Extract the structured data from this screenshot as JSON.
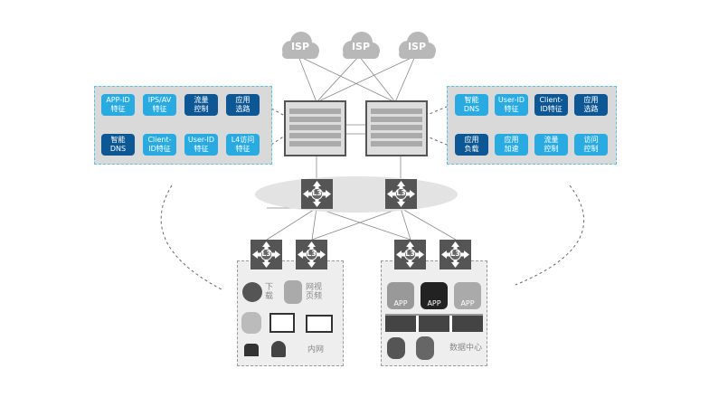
{
  "clouds": [
    {
      "label": "ISP"
    },
    {
      "label": "ISP"
    },
    {
      "label": "ISP"
    }
  ],
  "colors": {
    "light_blue": "#29abe2",
    "dark_blue": "#0d5894",
    "panel": "#d9d9d9",
    "switch": "#555555"
  },
  "left_panel": {
    "row1": [
      {
        "label": "APP-ID\n特征",
        "style": "light"
      },
      {
        "label": "IPS/AV\n特征",
        "style": "light"
      },
      {
        "label": "流量\n控制",
        "style": "dark"
      },
      {
        "label": "应用\n选路",
        "style": "dark"
      }
    ],
    "row2": [
      {
        "label": "智能\nDNS",
        "style": "dark"
      },
      {
        "label": "Client-\nID特征",
        "style": "light"
      },
      {
        "label": "User-ID\n特征",
        "style": "light"
      },
      {
        "label": "L4访问\n特征",
        "style": "light"
      }
    ]
  },
  "right_panel": {
    "row1": [
      {
        "label": "智能\nDNS",
        "style": "light"
      },
      {
        "label": "User-ID\n特征",
        "style": "light"
      },
      {
        "label": "Client-\nID特征",
        "style": "dark"
      },
      {
        "label": "应用\n选路",
        "style": "dark"
      }
    ],
    "row2": [
      {
        "label": "应用\n负载",
        "style": "dark"
      },
      {
        "label": "应用\n加速",
        "style": "light"
      },
      {
        "label": "流量\n控制",
        "style": "light"
      },
      {
        "label": "访问\n控制",
        "style": "light"
      }
    ]
  },
  "switch_label": "L3",
  "internal_zone": {
    "download": "下\n载",
    "video": "网视\n页频",
    "label": "内网"
  },
  "datacenter_zone": {
    "apps": [
      "APP",
      "APP",
      "APP"
    ],
    "label": "数据中心"
  }
}
